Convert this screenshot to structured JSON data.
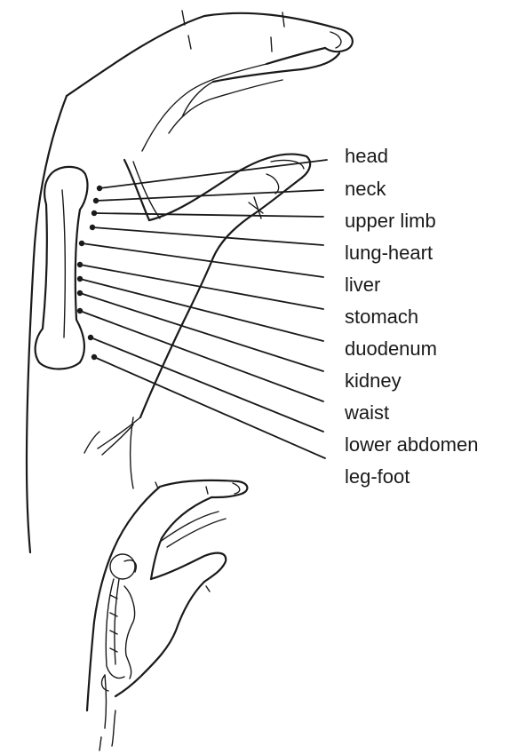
{
  "labels": [
    "head",
    "neck",
    "upper limb",
    "lung-heart",
    "liver",
    "stomach",
    "duodenum",
    "kidney",
    "waist",
    "lower abdomen",
    "leg-foot"
  ],
  "colors": {
    "ink": "#1a1a1a",
    "background": "#ffffff"
  }
}
